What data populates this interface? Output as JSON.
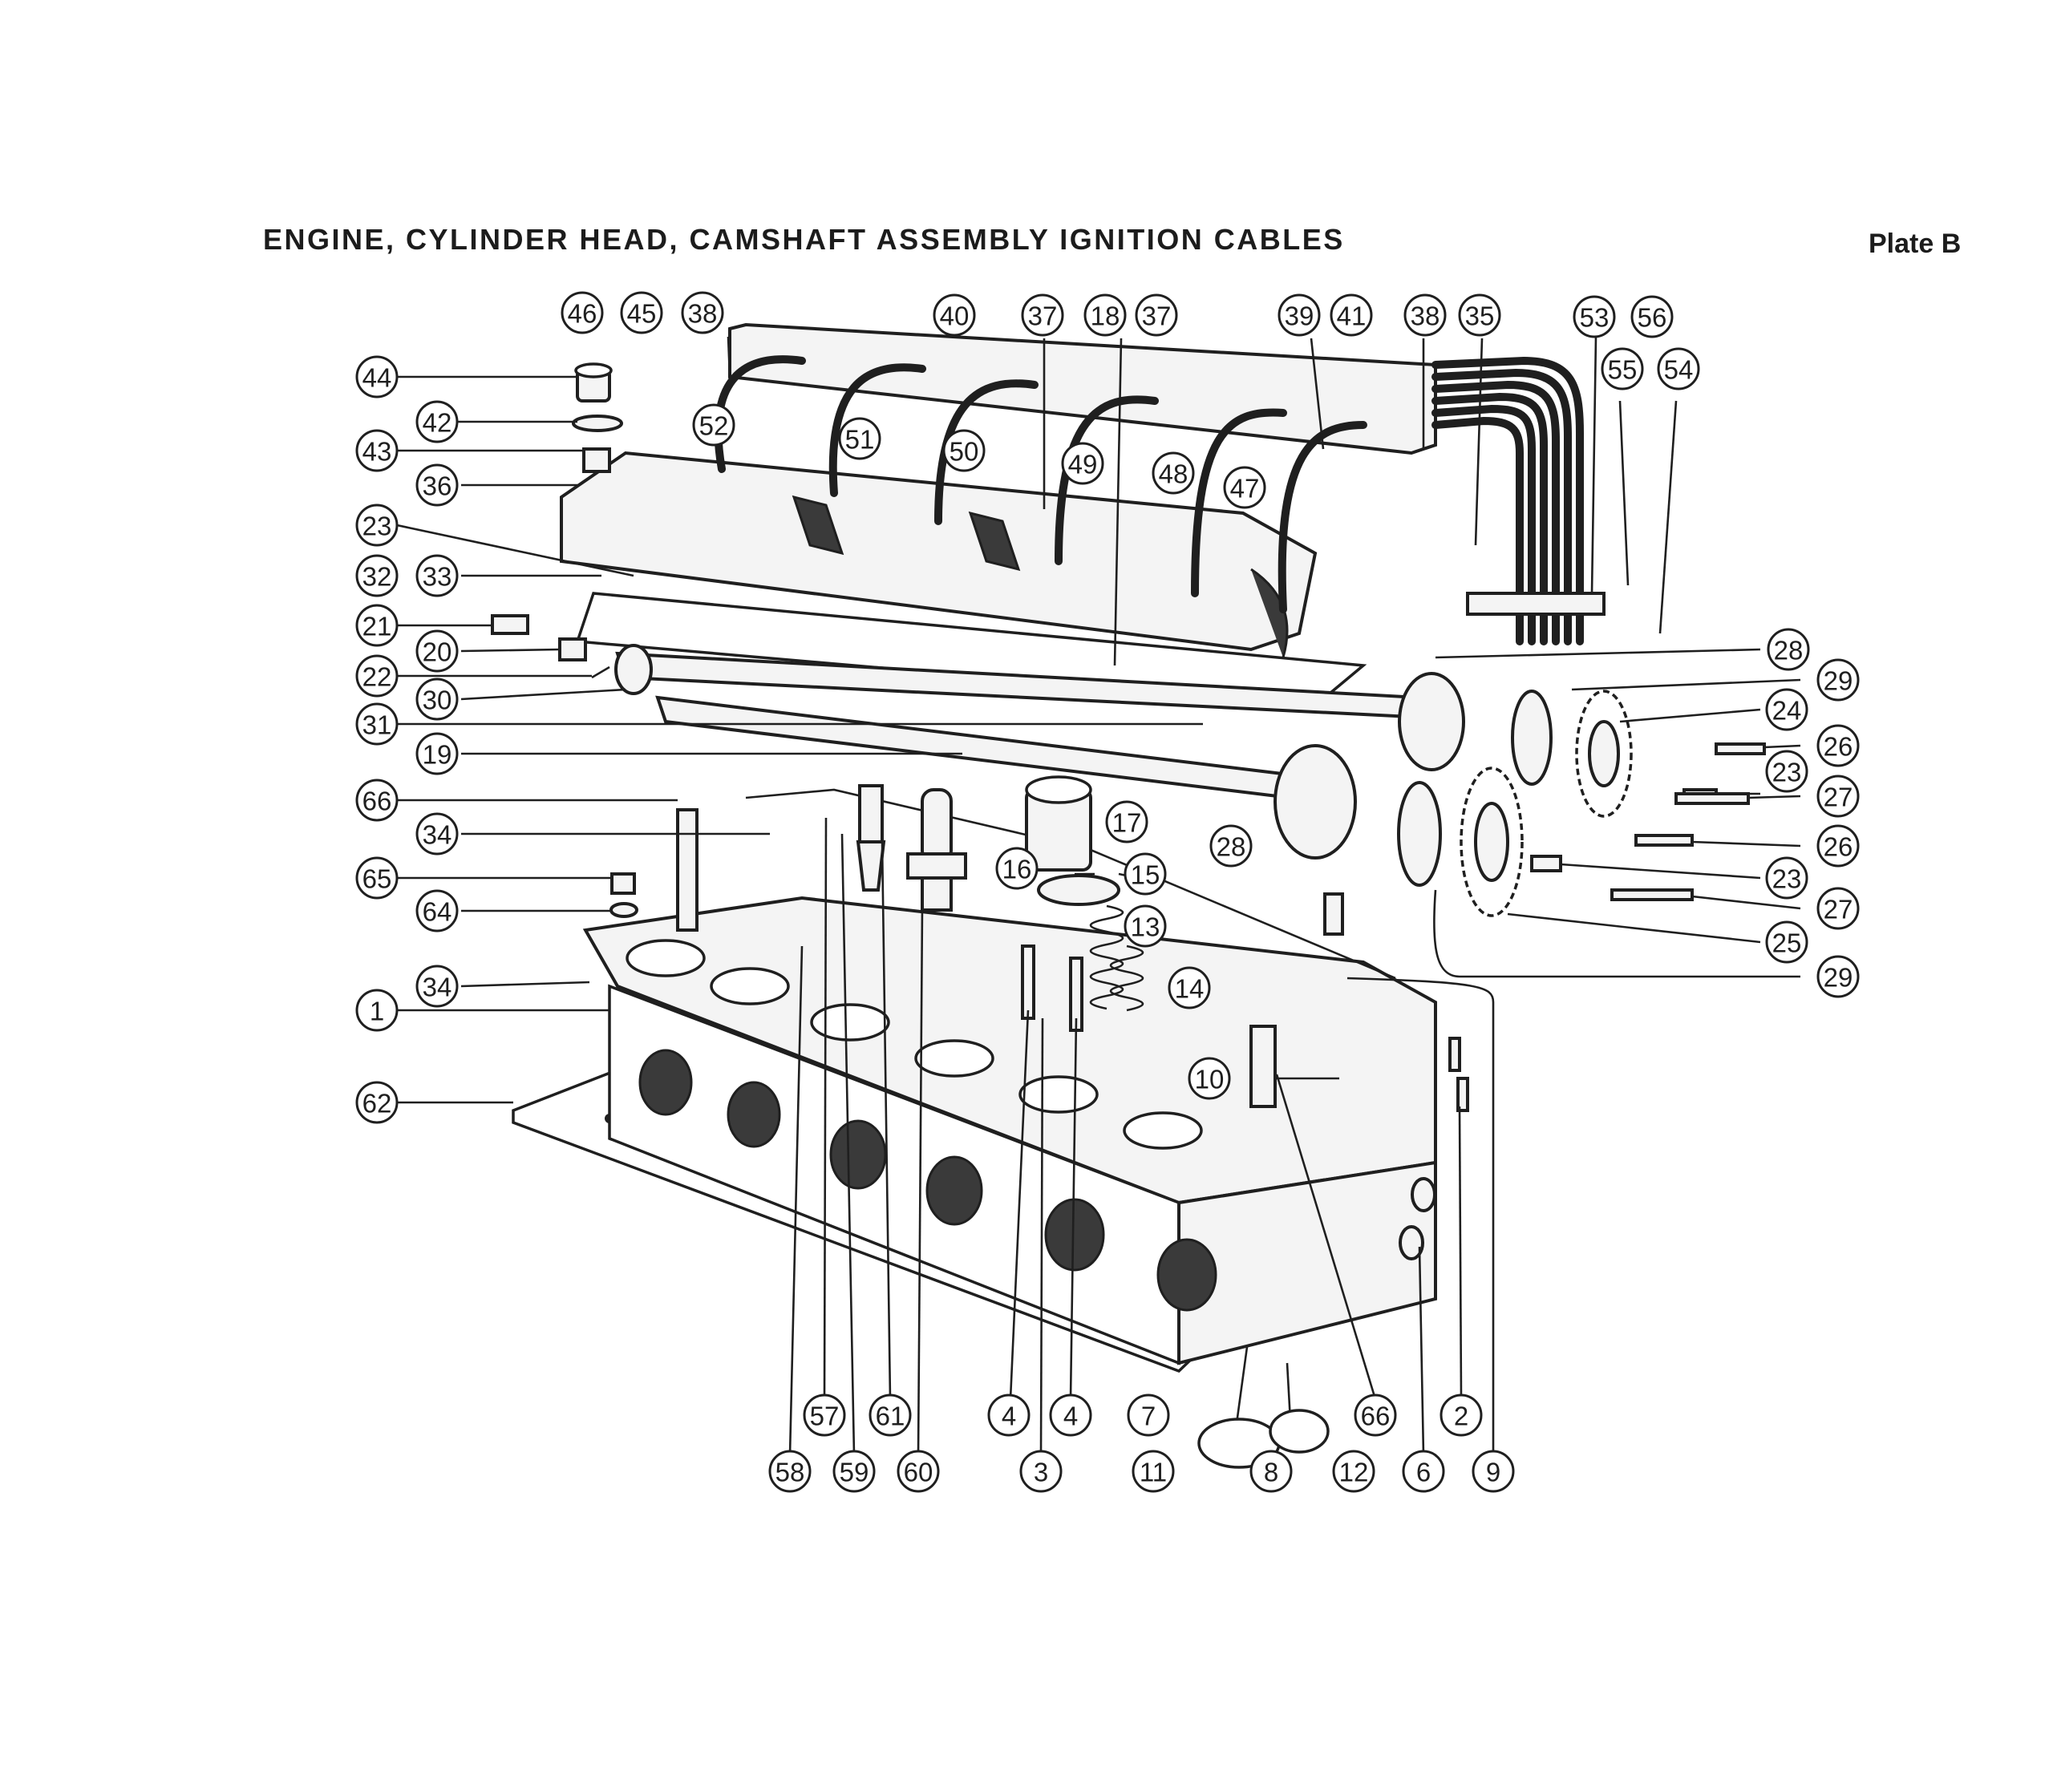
{
  "header": {
    "title": "ENGINE, CYLINDER HEAD, CAMSHAFT ASSEMBLY IGNITION CABLES",
    "plate": "Plate B"
  },
  "callouts": {
    "c46": "46",
    "c45": "45",
    "c38a": "38",
    "c40": "40",
    "c37a": "37",
    "c18": "18",
    "c37b": "37",
    "c39": "39",
    "c41": "41",
    "c38b": "38",
    "c35": "35",
    "c53": "53",
    "c56": "56",
    "c55": "55",
    "c54": "54",
    "c44": "44",
    "c42": "42",
    "c43": "43",
    "c36": "36",
    "c23a": "23",
    "c32": "32",
    "c33": "33",
    "c21": "21",
    "c20": "20",
    "c22": "22",
    "c30": "30",
    "c31": "31",
    "c19": "19",
    "c66a": "66",
    "c34a": "34",
    "c65": "65",
    "c64": "64",
    "c34b": "34",
    "c1": "1",
    "c62": "62",
    "c52": "52",
    "c51": "51",
    "c50": "50",
    "c49": "49",
    "c48": "48",
    "c47": "47",
    "c28a": "28",
    "c29a": "29",
    "c24": "24",
    "c26a": "26",
    "c23b": "23",
    "c27a": "27",
    "c26b": "26",
    "c23c": "23",
    "c27b": "27",
    "c25": "25",
    "c29b": "29",
    "c17": "17",
    "c16": "16",
    "c15": "15",
    "c13": "13",
    "c14": "14",
    "c28b": "28",
    "c10": "10",
    "c57": "57",
    "c61": "61",
    "c4a": "4",
    "c4b": "4",
    "c7": "7",
    "c66b": "66",
    "c2": "2",
    "c58": "58",
    "c59": "59",
    "c60": "60",
    "c3": "3",
    "c11": "11",
    "c8": "8",
    "c12": "12",
    "c6": "6",
    "c9": "9"
  },
  "colors": {
    "ink": "#1f1f1f",
    "paper": "#ffffff"
  }
}
